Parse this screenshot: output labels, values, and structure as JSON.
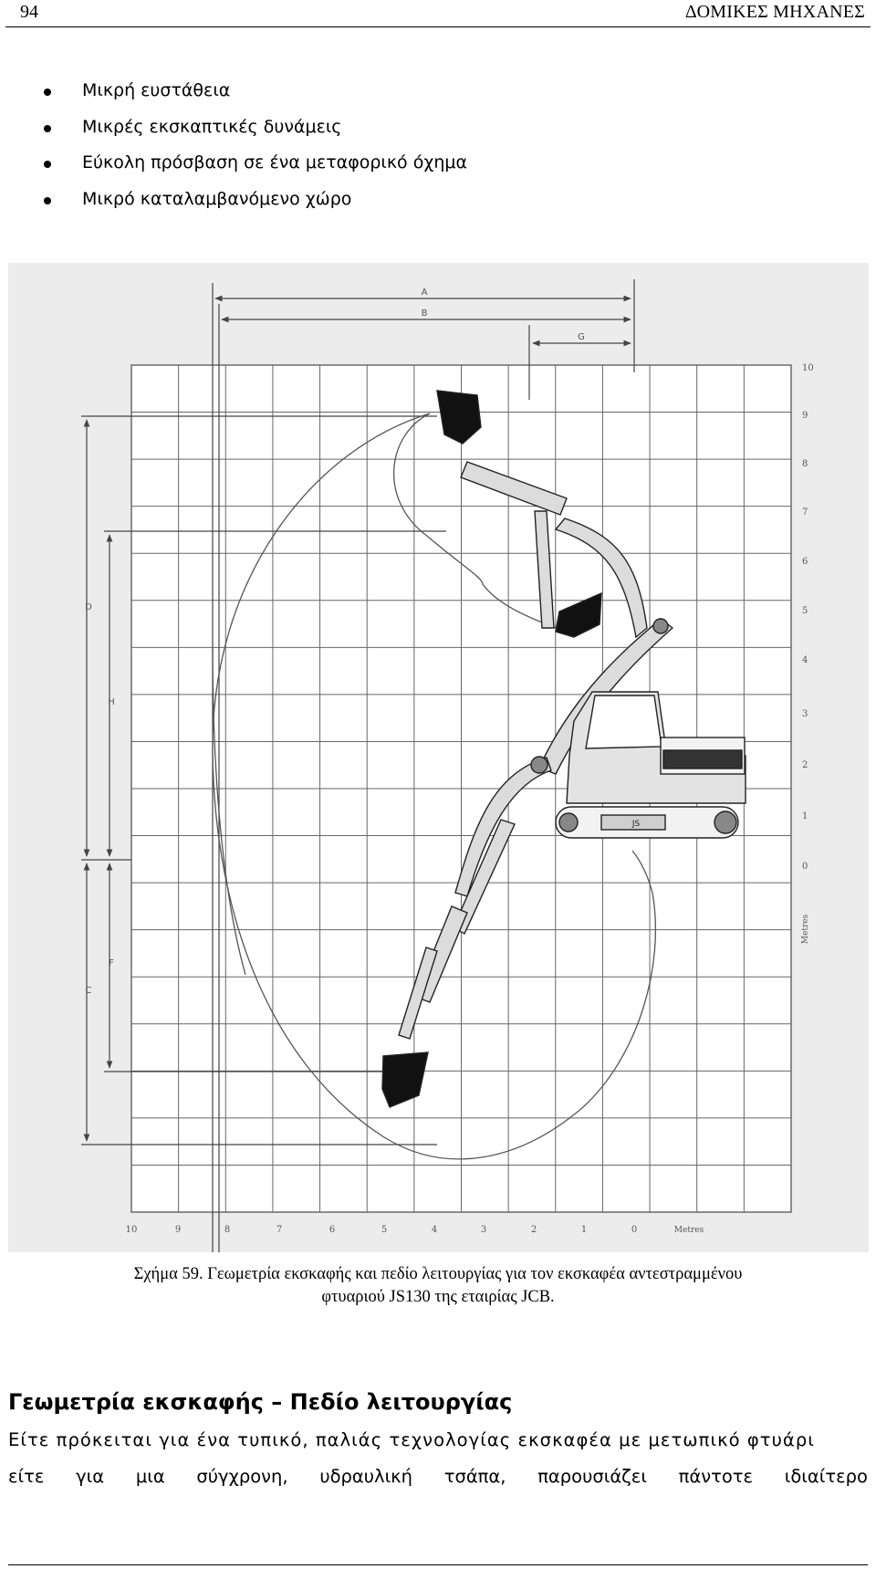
{
  "header": {
    "page_number": "94",
    "running_title": "ΔΟΜΙΚΕΣ ΜΗΧΑΝΕΣ"
  },
  "bullets": [
    "Μικρή ευστάθεια",
    "Μικρές εκσκαπτικές δυνάμεις",
    "Εύκολη πρόσβαση σε ένα μεταφορικό όχημα",
    "Μικρό καταλαμβανόμενο χώρο"
  ],
  "figure": {
    "dimension_labels": [
      "A",
      "B",
      "G",
      "D",
      "H",
      "C",
      "F"
    ],
    "right_axis_ticks": [
      "10",
      "9",
      "8",
      "7",
      "6",
      "5",
      "4",
      "3",
      "2",
      "1",
      "0"
    ],
    "right_axis_unit": "Metres",
    "bottom_axis_ticks": [
      "10",
      "9",
      "8",
      "7",
      "6",
      "5",
      "4",
      "3",
      "2",
      "1",
      "0"
    ],
    "bottom_axis_unit": "Metres",
    "machine_badge": "JS",
    "caption_line1": "Σχήμα 59. Γεωμετρία εκσκαφής και πεδίο λειτουργίας για τον εκσκαφέα αντεστραμμένου",
    "caption_line2": "φτυαριού JS130 της εταιρίας JCB."
  },
  "section": {
    "heading": "Γεωμετρία εκσκαφής – Πεδίο λειτουργίας",
    "line1": "Είτε πρόκειται για ένα τυπικό, παλιάς τεχνολογίας εκσκαφέα με μετωπικό φτυάρι",
    "line2_words": [
      "είτε",
      "για",
      "μια",
      "σύγχρονη,",
      "υδραυλική",
      "τσάπα,",
      "παρουσιάζει",
      "πάντοτε",
      "ιδιαίτερο"
    ]
  }
}
